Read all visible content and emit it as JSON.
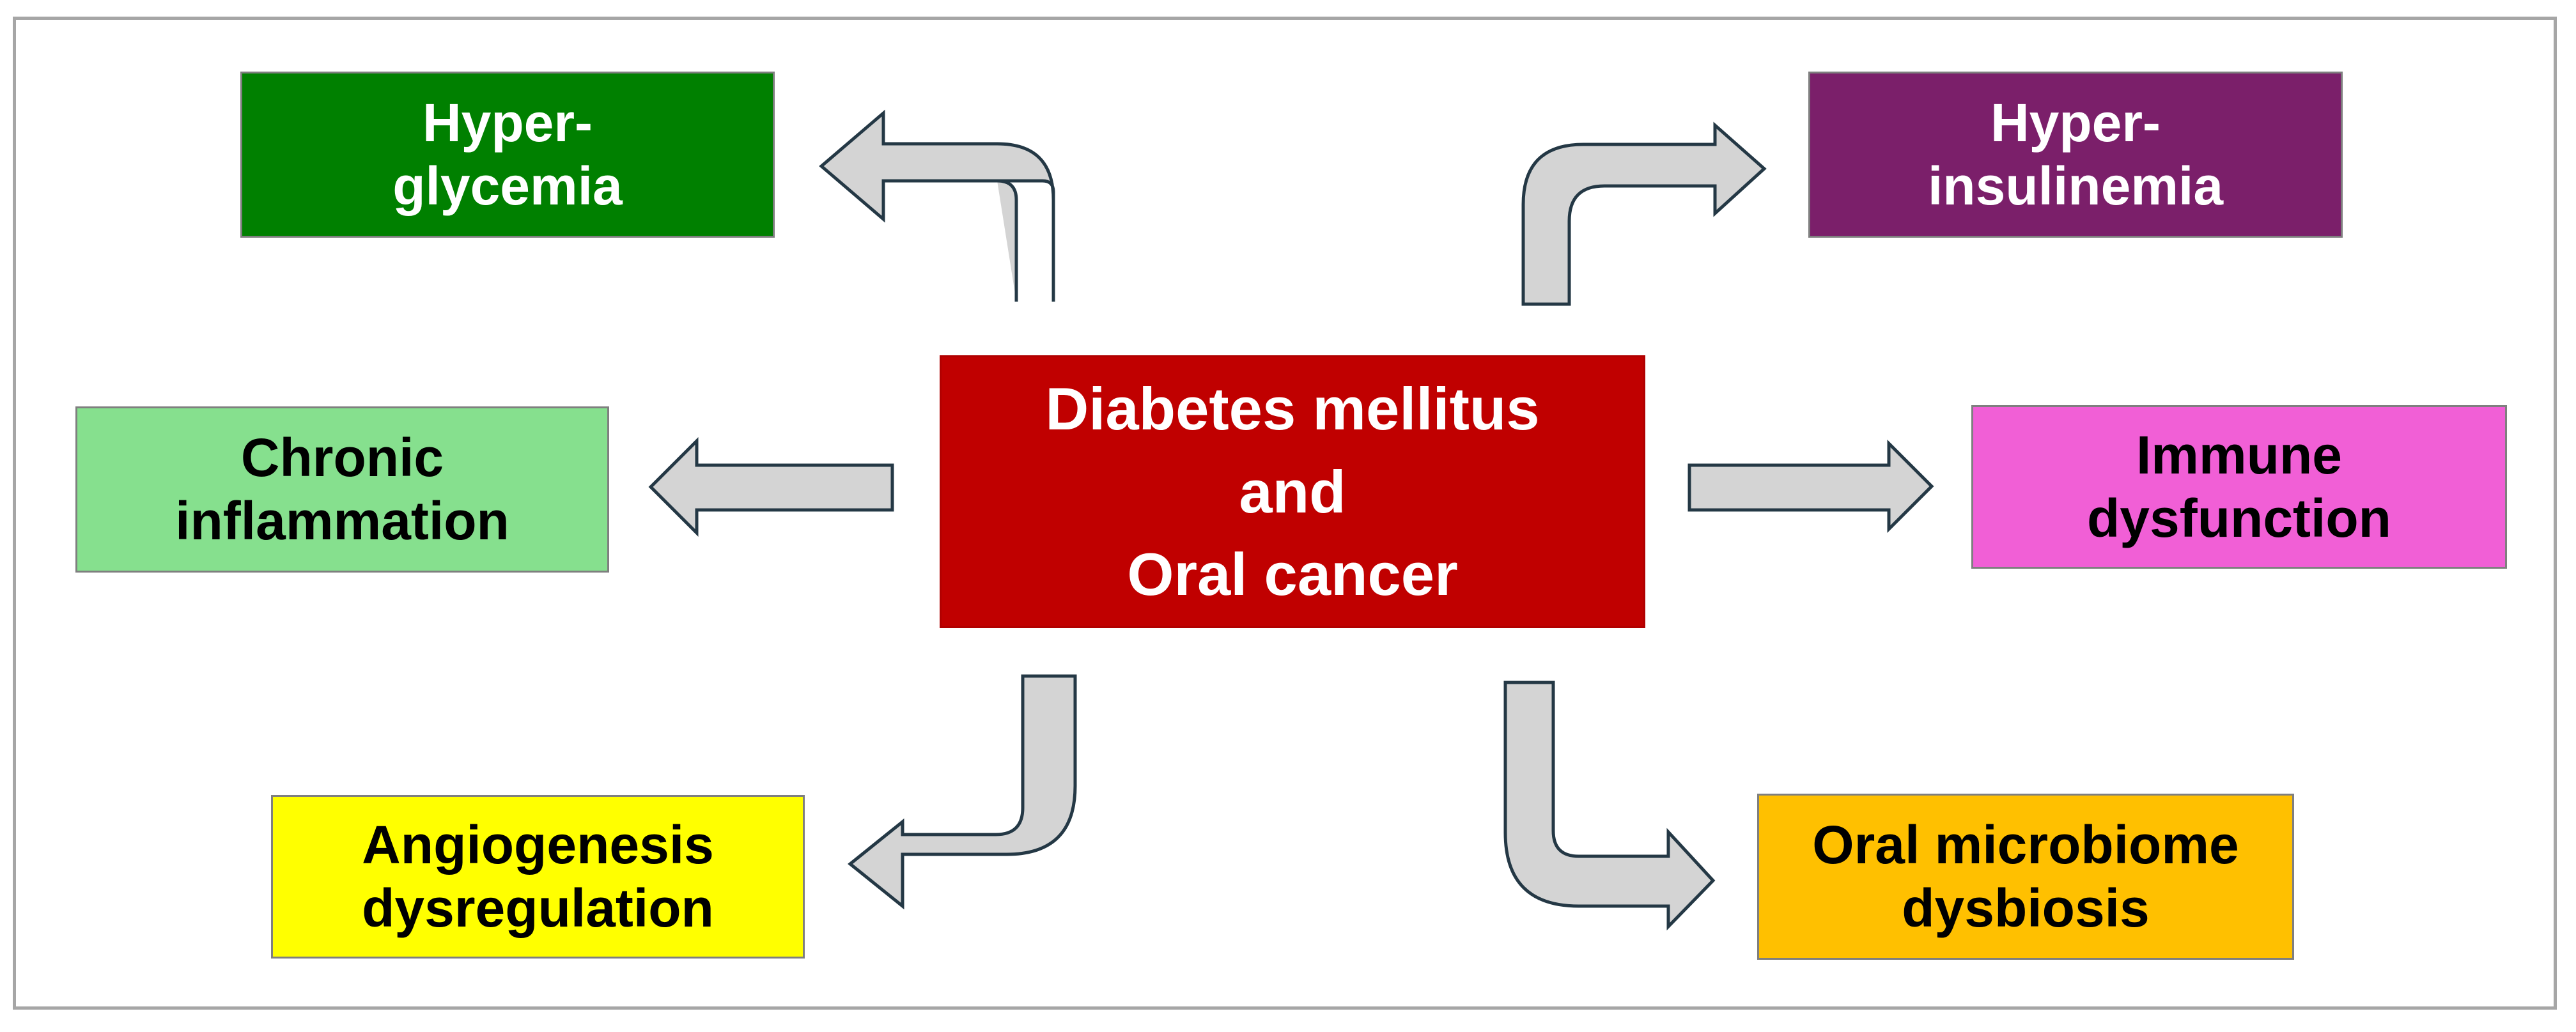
{
  "diagram": {
    "center": {
      "line1": "Diabetes mellitus",
      "line2": "and",
      "line3": "Oral cancer",
      "color": "#c00000"
    },
    "nodes": {
      "hyperglycemia": {
        "line1": "Hyper-",
        "line2": "glycemia",
        "color": "#008000"
      },
      "hyperinsulinemia": {
        "line1": "Hyper-",
        "line2": "insulinemia",
        "color": "#7b1f6a"
      },
      "chronic_inflammation": {
        "line1": "Chronic",
        "line2": "inflammation",
        "color": "#86e08e"
      },
      "immune_dysfunction": {
        "line1": "Immune",
        "line2": "dysfunction",
        "color": "#f15fd6"
      },
      "angiogenesis_dysregulation": {
        "line1": "Angiogenesis",
        "line2": "dysregulation",
        "color": "#ffff00"
      },
      "oral_microbiome_dysbiosis": {
        "line1": "Oral microbiome",
        "line2": "dysbiosis",
        "color": "#ffc000"
      }
    },
    "arrow_color": "#d4d4d4"
  }
}
